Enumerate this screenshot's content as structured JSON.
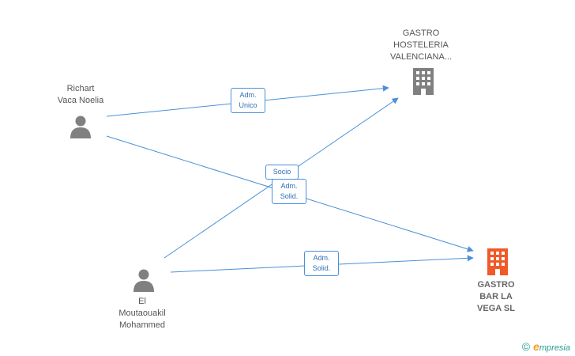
{
  "colors": {
    "edge": "#4a90d9",
    "person_icon": "#808080",
    "company_icon": "#808080",
    "focus_company_icon": "#f05a28",
    "brand_accent": "#f0a020",
    "brand_text": "#2a9d8f"
  },
  "nodes": {
    "richart": {
      "label": "Richart\nVaca Noelia",
      "icon": "person-icon"
    },
    "el_moutaouakil": {
      "label": "El\nMoutaouakil\nMohammed",
      "icon": "person-icon"
    },
    "gastro_hosteleria": {
      "label": "GASTRO\nHOSTELERIA\nVALENCIANA...",
      "icon": "building-icon"
    },
    "gastro_bar": {
      "label": "GASTRO\nBAR LA\nVEGA  SL",
      "icon": "building-icon"
    }
  },
  "edges": {
    "richart_to_hosteleria": {
      "label": "Adm.\nUnico"
    },
    "moutaouakil_to_hosteleria": {
      "label": "Socio"
    },
    "richart_to_bar": {
      "label": "Adm.\nSolid."
    },
    "moutaouakil_to_bar": {
      "label": "Adm.\nSolid."
    }
  },
  "brand": {
    "copyright": "©",
    "initial": "e",
    "name": "mpresia"
  }
}
